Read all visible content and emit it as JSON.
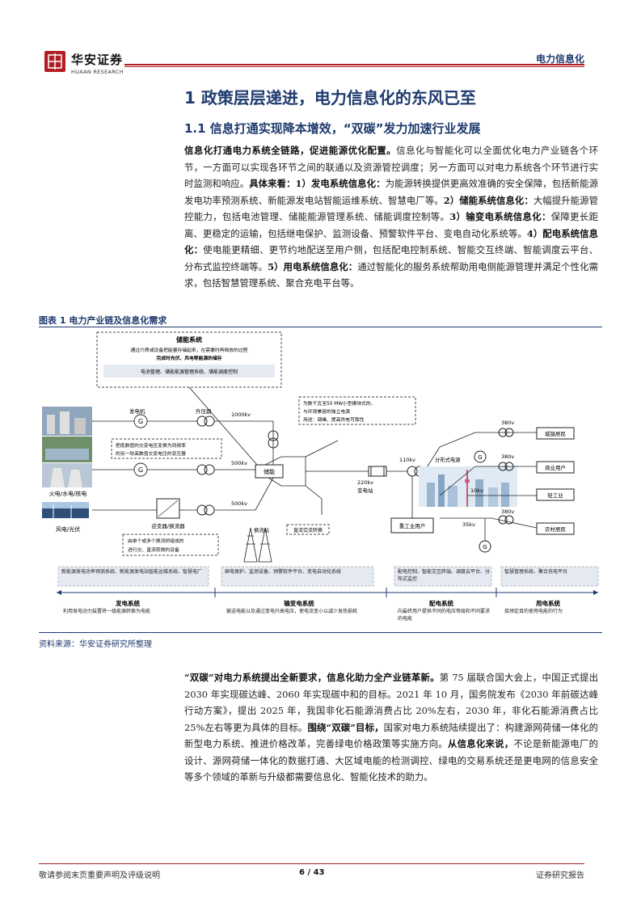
{
  "header": {
    "logo_cn": "华安证券",
    "logo_en": "HUAAN RESEARCH",
    "section": "电力信息化"
  },
  "heading1": "1 政策层层递进，电力信息化的东风已至",
  "heading2": "1.1 信息打通实现降本增效，“双碳”发力加速行业发展",
  "para1": {
    "s1b": "信息化打通电力系统全链路，促进能源优化配置。",
    "s2": "信息化与智能化可以全面优化电力产业链各个环节，一方面可以实现各环节之间的联通以及资源管控调度；另一方面可以对电力系统各个环节进行实时监测和响应。",
    "s3b": "具体来看：1）发电系统信息化：",
    "s4": "为能源转换提供更高效准确的安全保障，包括新能源发电功率预测系统、新能源发电站智能运维系统、智慧电厂等。",
    "s5b": "2）储能系统信息化：",
    "s6": "大幅提升能源管控能力，包括电池管理、储能能源管理系统、储能调度控制等。",
    "s7b": "3）输变电系统信息化：",
    "s8": "保障更长距离、更稳定的运输，包括继电保护、监测设备、预警软件平台、变电自动化系统等。",
    "s9b": "4）配电系统信息化：",
    "s10": "使电能更精细、更节约地配送至用户侧，包括配电控制系统、智能交互终端、智能调度云平台、分布式监控终端等。",
    "s11b": "5）用电系统信息化：",
    "s12": "通过智能化的服务系统帮助用电侧能源管理并满足个性化需求，包括智慧管理系统、聚合充电平台等。"
  },
  "figure": {
    "title": "图表 1 电力产业链及信息化需求",
    "source": "资料来源：华安证券研究所整理",
    "storage_title": "储能系统",
    "storage_desc1": "通过介质或设备把能量存储起来，在需要时再释放的过程",
    "storage_desc2": "完成时充伏、风电等能源的储存",
    "storage_items": "电池管理、储能能源管理系统、储能调度控制",
    "gen_label": "发电机",
    "transformer_label": "升压器",
    "convert_note1": "把低数值的交变电压变换为同频率",
    "convert_note2": "的另一较高数值交变电压的变压器",
    "plant1": "火电/水电/核电",
    "plant2": "风电/光伏",
    "inverter_label": "逆变器/换流器",
    "inverter_note1": "由单个或多个换流桥组成的",
    "inverter_note2": "进行交、直流转换的设备",
    "storage_node": "储能",
    "kv1000": "1000kv",
    "kv500a": "500kv",
    "kv500b": "500kv",
    "kv220": "220kv",
    "substation": "变电站",
    "converter_station": "换流站",
    "dc_line": "直流交流转换",
    "dist_note1": "为数千瓦至50 MW小型模块式的、",
    "dist_note2": "与环境兼容的独立电源",
    "dist_note3": "用途：调峰、提高供电可靠性",
    "kv110": "110kv",
    "dist_power": "分布式电源",
    "kv380a": "380v",
    "kv380b": "380v",
    "kv380c": "380v",
    "kv10": "10kv",
    "kv35": "35kv",
    "heavy_user": "重工业用户",
    "user_city": "城镇居民",
    "user_commercial": "商业用户",
    "user_light": "轻工业",
    "user_rural": "农村居民",
    "info_gen": "新能源发电功率预测系统、新能源发电站智能运维系统、智慧电厂",
    "info_trans": "继电保护、监测设备、预警软件平台、变电自动化系统",
    "info_dist": "配电控制、智能交互终端、调度云平台、分布式监控",
    "info_use": "智慧管理系统、聚合充电平台",
    "seg_gen": "发电系统",
    "seg_gen_desc": "利用发电动力装置将一级能源转换为电能",
    "seg_trans": "输变电系统",
    "seg_trans_desc": "输送电能以及通过变电升高电压，使电流变小以减少发热损耗",
    "seg_dist": "配电系统",
    "seg_dist_desc": "向最终用户提供不同的电压等级和不同要求的电能",
    "seg_use": "用电系统",
    "seg_use_desc": "接预定目的使用电能的行为"
  },
  "para2": {
    "s1b": "“双碳”对电力系统提出全新要求，信息化助力全产业链革新。",
    "s2": "第 75 届联合国大会上，中国正式提出 2030 年实现碳达峰、2060 年实现碳中和的目标。2021 年 10 月，国务院发布《2030 年前碳达峰行动方案》，提出 2025 年，我国非化石能源消费占比 20%左右，2030 年，非化石能源消费占比 25%左右等更为具体的目标。",
    "s3b": "围绕“双碳”目标，",
    "s4": "国家对电力系统陆续提出了：构建源网荷储一体化的新型电力系统、推进价格改革，完善绿电价格政策等实施方向。",
    "s5b": "从信息化来说，",
    "s6": "不论是新能源电厂的设计、源网荷储一体化的数据打通、大区域电能的检测调控、绿电的交易系统还是更电网的信息安全等多个领域的革新与升级都需要信息化、智能化技术的助力。"
  },
  "footer": {
    "left": "敬请参阅末页重要声明及评级说明",
    "page": "6 / 43",
    "right": "证券研究报告"
  },
  "colors": {
    "brand_red": "#b01e23",
    "heading_blue": "#1f3a6e"
  }
}
